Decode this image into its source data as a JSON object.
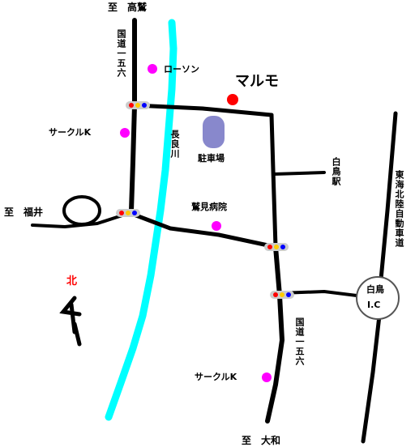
{
  "destinations": {
    "top": "至　高鷲",
    "left": "至　福井",
    "bottom": "至　大和"
  },
  "roads": {
    "route156_upper": "国道一五六",
    "route156_lower": "国道一五六",
    "expressway": "東海北陸自動車道"
  },
  "river": {
    "name": "長良川"
  },
  "landmarks": {
    "lawson": "ローソン",
    "circlek_upper": "サークルK",
    "circlek_lower": "サークルK",
    "hospital": "鷲見病院",
    "parking": "駐車場",
    "station": "白鳥駅",
    "target": "マルモ"
  },
  "interchange": {
    "name": "白鳥",
    "sub": "I.C"
  },
  "compass": {
    "label": "北"
  },
  "colors": {
    "river": "#00ffff",
    "target": "#ff0000",
    "marker": "#ff00ff",
    "parking": "#8888cc",
    "road": "#000000",
    "compass": "#ff0000"
  }
}
